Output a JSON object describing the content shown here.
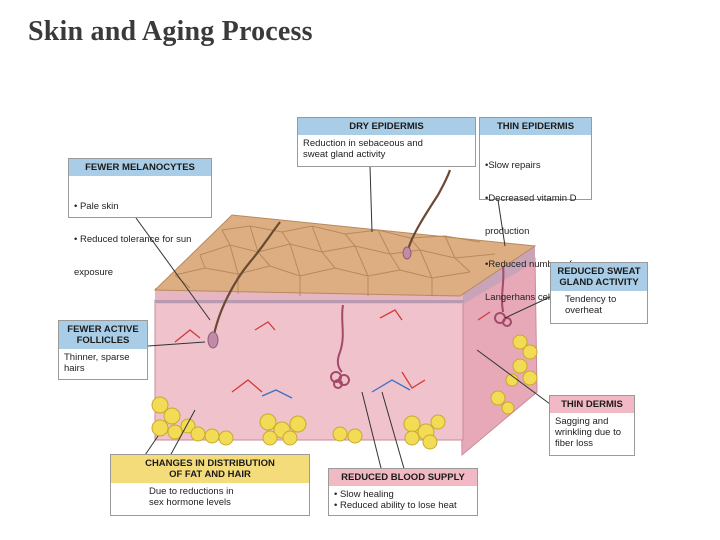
{
  "title": "Skin and Aging Process",
  "colors": {
    "blue_header": "#a9cde6",
    "yellow_header": "#f5dc7a",
    "pink_header": "#f1b9c4",
    "dermis": "#f0c2cc",
    "epidermis": "#dcae82",
    "fat": "#f2dc55"
  },
  "callouts": {
    "dry_epidermis": {
      "title": "DRY EPIDERMIS",
      "lines": [
        "Reduction in sebaceous and",
        "sweat gland activity"
      ]
    },
    "thin_epidermis": {
      "title": "THIN EPIDERMIS",
      "lines": [
        "•Slow repairs",
        "•Decreased vitamin D",
        "  production",
        "•Reduced number of",
        "  Langerhans cells"
      ]
    },
    "fewer_melanocytes": {
      "title": "FEWER MELANOCYTES",
      "lines": [
        "• Pale skin",
        "• Reduced tolerance for sun",
        "  exposure"
      ]
    },
    "reduced_sweat": {
      "title_lines": [
        "REDUCED SWEAT",
        "GLAND ACTIVITY"
      ],
      "lines": [
        "Tendency to",
        "overheat"
      ]
    },
    "fewer_follicles": {
      "title_lines": [
        "FEWER ACTIVE",
        "FOLLICLES"
      ],
      "lines": [
        "Thinner, sparse",
        "hairs"
      ]
    },
    "thin_dermis": {
      "title": "THIN DERMIS",
      "lines": [
        "Sagging and",
        "wrinkling due to",
        "fiber loss"
      ]
    },
    "fat_hair": {
      "title_lines": [
        "CHANGES IN DISTRIBUTION",
        "OF FAT AND HAIR"
      ],
      "lines": [
        "Due to reductions in",
        "sex hormone levels"
      ]
    },
    "blood_supply": {
      "title": "REDUCED BLOOD SUPPLY",
      "lines": [
        "• Slow healing",
        "• Reduced ability to lose heat"
      ]
    }
  }
}
